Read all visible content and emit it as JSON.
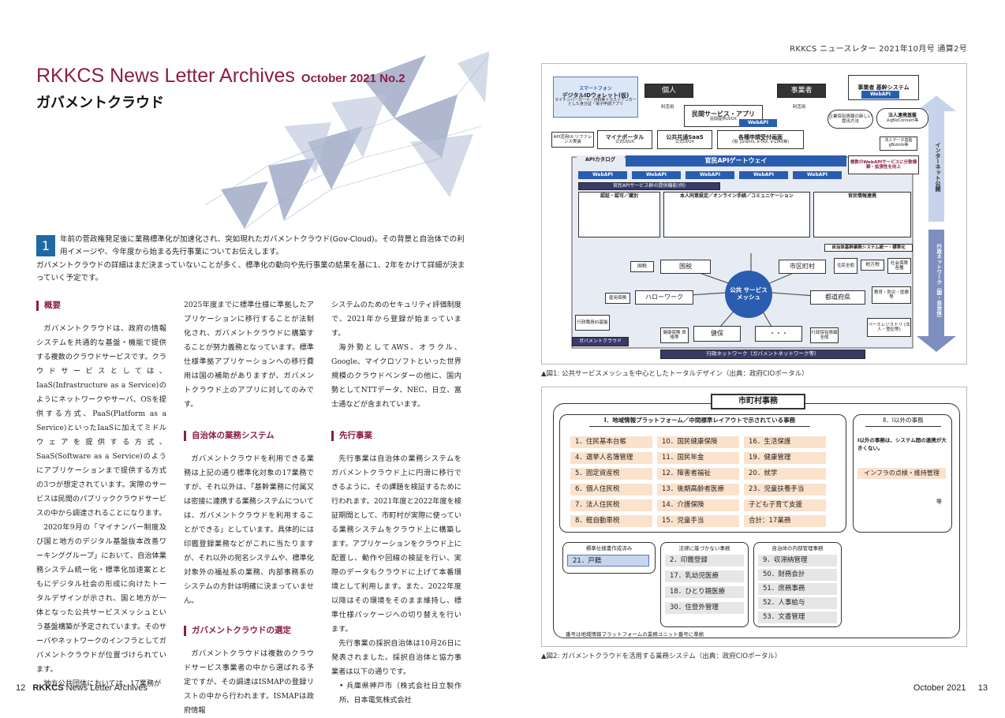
{
  "header": {
    "right": "RKKCS ニュースレター 2021年10月号 通算2号"
  },
  "title": {
    "main": "RKKCS News Letter Archives",
    "issue": "October 2021 No.2",
    "subtitle": "ガバメントクラウド"
  },
  "intro": {
    "num": "1",
    "line1": "年前の菅政権発足後に業務標準化が加速化され、突如現れたガバメントクラウド(Gov-Cloud)。その背景と自治体での利用イメージや、今年度から始まる先行事業についてお伝えします。",
    "line2": "ガバメントクラウドの詳細はまだ決まっていないことが多く、標準化の動向や先行事業の結果を基に1、2年をかけて詳細が決まっていく予定です。"
  },
  "col1": {
    "heading": "概要",
    "p1": "ガバメントクラウドは、政府の情報システムを共通的な基盤・機能で提供する複数のクラウドサービスです。クラウドサービスとしては、IaaS(Infrastructure as a Service)のようにネットワークやサーバ、OSを提供する方式、PaaS(Platform as a Service)といったIaaSに加えてミドルウェアを提供する方式、SaaS(Software as a Service)のようにアプリケーションまで提供する方式の3つが想定されています。実際のサービスは民間のパブリッククラウドサービスの中から調達されることになります。",
    "p2": "2020年9月の「マイナンバー制度及び国と地方のデジタル基盤抜本改善ワーキンググループ」において、自治体業務システム統一化・標準化加速案とともにデジタル社会の形成に向けたトータルデザインが示され、国と地方が一体となった公共サービスメッシュという基盤構築が予定されています。そのサーバやネットワークのインフラとしてガバメントクラウドが位置づけられています。",
    "p3": "地方公共団体においては、17業務が"
  },
  "col2": {
    "p0": "2025年度までに標準仕様に準拠したアプリケーションに移行することが法制化され、ガバメントクラウドに構築することが努力義務となっています。標準仕様準拠アプリケーションへの移行費用は国の補助がありますが、ガバメントクラウド上のアプリに対してのみです。",
    "heading1": "自治体の業務システム",
    "p1": "ガバメントクラウドを利用できる業務は上記の通り標準化対象の17業務ですが、それ以外は、「基幹業務に付属又は密接に連携する業務システムについては、ガバメントクラウドを利用することができる」としています。具体的には印鑑登録業務などがこれに当たりますが、それ以外の宛名システムや、標準化対象外の福祉系の業務、内部事務系のシステムの方針は明確に決まっていません。",
    "heading2": "ガバメントクラウドの選定",
    "p2": "ガバメントクラウドは複数のクラウドサービス事業者の中から選ばれる予定ですが、その調達はISMAPの登録リストの中から行われます。ISMAPは政府情報"
  },
  "col3": {
    "p0": "システムのためのセキュリティ評価制度で、2021年から登録が始まっています。",
    "p0b": "海外勢としてAWS、オラクル、Google、マイクロソフトといった世界規模のクラウドベンダーの他に、国内勢としてNTTデータ、NEC、日立、富士通などが含まれています。",
    "heading": "先行事業",
    "p1": "先行事業は自治体の業務システムをガバメントクラウド上に円滑に移行できるように、その課題を検証するために行われます。2021年度と2022年度を検証期間として、市町村が実際に使っている業務システムをクラウド上に構築します。アプリケーションをクラウド上に配置し、動作や回線の検証を行い、実際のデータもクラウドに上げて本番環境として利用します。また、2022年度以降はその環境をそのまま維持し、標準仕様パッケージへの切り替えを行います。",
    "p2": "先行事業の採択自治体は10月26日に発表されました。採択自治体と協力事業者は以下の通りです。",
    "bullet": "兵庫県神戸市（株式会社日立製作所、日本電気株式会社"
  },
  "fig1": {
    "caption": "図1: 公共サービスメッシュを中心としたトータルデザイン（出典：政府CIOポータル）",
    "smartphone": "スマートフォン",
    "wallet": "デジタルIDウォレット(仮)",
    "wallet_sub": "マイナンバーカード・JPKI等トラストアンカーとした身分証・電子申請アプリ",
    "kojin": "個人",
    "jigyosha": "事業者",
    "jigyosha_system": "事業者 基幹システム",
    "riyou1": "利活用",
    "riyou2": "利活用",
    "minkan": "民間サービス・アプリ",
    "minkan_sub": "民間提供UI/UX",
    "webapi": "WebAPI",
    "kigyo": "企業保有情報の新しい提出方法",
    "houjin": "法人連携基盤",
    "houjin_sub": "※gBizConnect等",
    "houjin_data": "法人データ基盤 gBizInfo等",
    "api_ui": "API活用UI リファレンス実装",
    "myna": "マイナポータル",
    "myna_sub": "公式UI/UX",
    "saas": "公共共通SaaS",
    "saas_sub": "公式UI/UX",
    "shinsei": "各種申請受付画面",
    "shinsei_sub": "(現: jGrants, e-TAX, e-LTAX等)",
    "catalog": "APIカタログ",
    "gateway": "官民APIゲートウェイ",
    "multi_webapi": "複数のWebAPIサービスに分散構築・拡張性を向上",
    "api_group": "官民APIサービス群の提供機能(例)",
    "cat1": "認証・認可／識別",
    "cat2": "本人同意設定／オンライン手続／コミュニケーション",
    "cat3": "官民情報連携",
    "jichitai_std": "自治体基幹業務システム統一・標準化",
    "kokuzei": "国税",
    "kokuzei2": "国税",
    "shikuchoson": "市区町村",
    "kenpo": "住民全般",
    "chihozei": "地方税",
    "shakai": "社会保障 各種",
    "koyou": "雇用保険",
    "hello": "ハローワーク",
    "mesh": "公共 サービス メッシュ",
    "todofuken": "都道府県",
    "kyoiku": "教育・防災・医療等",
    "gyosei_id": "行政職員ID基盤",
    "gov_cloud": "ガバメントクラウド",
    "kenko": "健康保険 資格等",
    "kenpo2": "健保",
    "dots": "・・・",
    "gyosei_hoyu": "行政保有情報全般",
    "base_reg": "ベースレジストリ (法人・登記等)",
    "gyosei_net": "行政ネットワーク（ガバメントネットワーク等）",
    "internet": "インターネット公開",
    "gyosei_net_v": "行政ネットワーク（国・自治体）"
  },
  "fig2": {
    "caption": "図2: ガバメントクラウドを活用する業務システム（出典：政府CIOポータル）",
    "title": "市町村事務",
    "sec1": "Ⅰ．地域情報プラットフォーム／中間標準レイアウトで示されている事務",
    "sec2": "Ⅱ．Ⅰ以外の事務",
    "sec2_note": "Ⅰ以外の事務は、システム間の連携が大きくない。",
    "infra": "インフラの点検・維持管理",
    "etc": "等",
    "items_c1": [
      "1．住民基本台帳",
      "4．選挙人名簿管理",
      "5．固定資産税",
      "6．個人住民税",
      "7．法人住民税",
      "8．軽自動車税"
    ],
    "items_c2": [
      "10．国民健康保険",
      "11．国民年金",
      "12．障害者福祉",
      "13．後期高齢者医療",
      "14．介護保険",
      "15．児童手当"
    ],
    "items_c3": [
      "16．生活保護",
      "19．健康管理",
      "20．就学",
      "23．児童扶養手当",
      "子ども子育て支援",
      "合計：17業務"
    ],
    "g1_title": "標準仕様書作成済み",
    "g1_items": [
      "21．戸籍"
    ],
    "g2_title": "法律に基づかない事務",
    "g2_items": [
      "2．印鑑登録",
      "17．乳幼児医療",
      "18．ひとり親医療",
      "30．住登外管理"
    ],
    "g3_title": "自治体の内部管理事務",
    "g3_items": [
      "9．収滞納管理",
      "50．財務会計",
      "51．庶務事務",
      "52．人事給与",
      "53．文書管理"
    ],
    "note": "番号は地域情報プラットフォームの業務ユニット番号に準拠"
  },
  "footer": {
    "left_num": "12",
    "left_text": "RKKCS",
    "left_text2": "News Letter Archives",
    "right_text": "October 2021",
    "right_num": "13"
  }
}
